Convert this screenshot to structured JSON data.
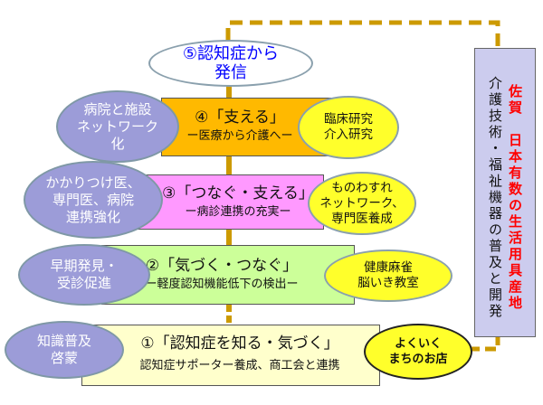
{
  "top": {
    "lines": [
      "⑤認知症から",
      "発信"
    ]
  },
  "levels": [
    {
      "id": 4,
      "title": "④「支える」",
      "subtitle": "ー医療から介護へー",
      "left": [
        "病院と施設",
        "ネットワーク",
        "化"
      ],
      "right": [
        "臨床研究",
        "介入研究"
      ],
      "color": "#ffb900"
    },
    {
      "id": 3,
      "title": "③「つなぐ・支える」",
      "subtitle": "ー病診連携の充実ー",
      "left": [
        "かかりつけ医、",
        "専門医、病院",
        "連携強化"
      ],
      "right": [
        "ものわすれ",
        "ネットワーク、",
        "専門医養成"
      ],
      "color": "#ff99ff"
    },
    {
      "id": 2,
      "title": "②「気づく・つなぐ」",
      "subtitle": "ー軽度認知機能低下の検出ー",
      "left": [
        "早期発見・",
        "受診促進"
      ],
      "right": [
        "健康麻雀",
        "脳いき教室"
      ],
      "color": "#ccff99"
    },
    {
      "id": 1,
      "title": "①「認知症を知る・気づく」",
      "subtitle": "認知症サポーター養成、商工会と連携",
      "left": [
        "知識普及",
        "啓蒙"
      ],
      "right": [
        "よくいく",
        "まちのお店"
      ],
      "color": "#ffffcc"
    }
  ],
  "side_panel": {
    "black_text": "介護技術・福祉機器の普及と開発",
    "red_text": "佐賀　日本有数の生活用具産地",
    "background": "#ccccee",
    "red_color": "#ff0000"
  },
  "colors": {
    "connector": "#cc9a00",
    "left_ellipse": "#9c9cd8",
    "right_ellipse": "#ffff2b",
    "top_text": "#0000ff"
  }
}
